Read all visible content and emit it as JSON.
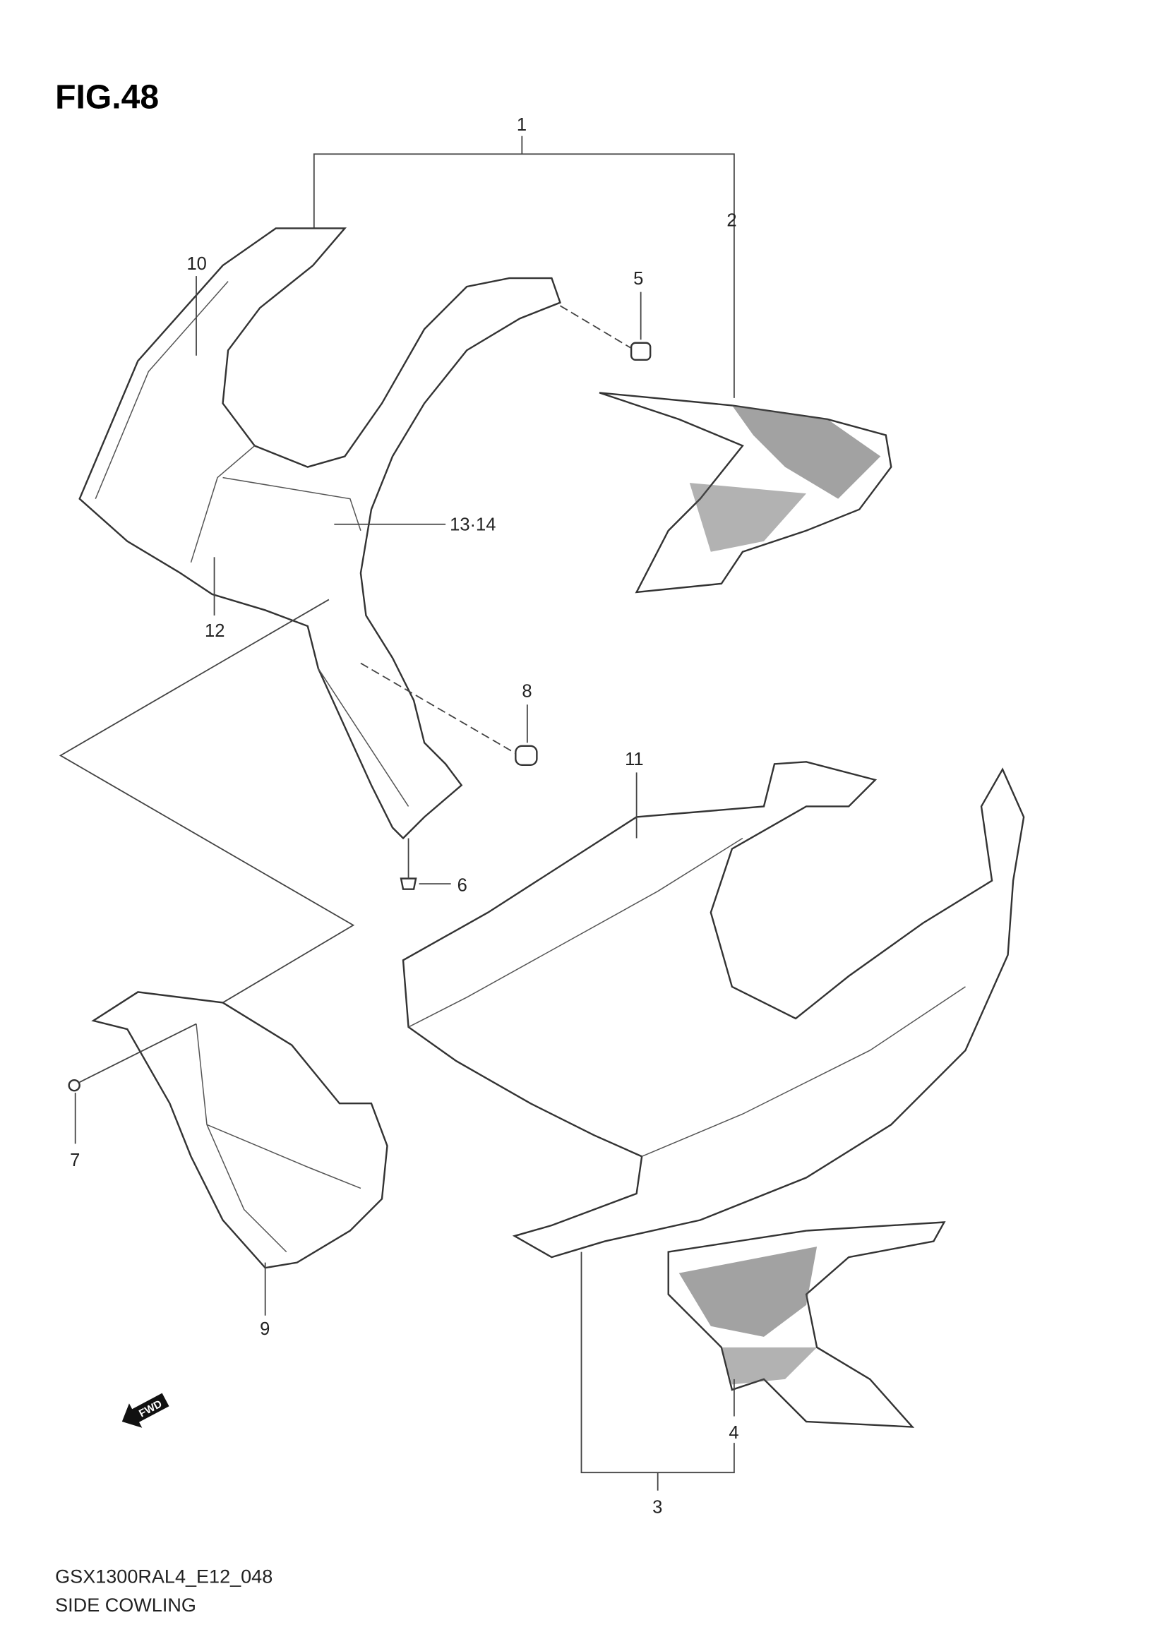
{
  "figure": {
    "title": "FIG.48",
    "model_code": "GSX1300RAL4_E12_048",
    "caption": "SIDE COWLING"
  },
  "callouts": [
    "1",
    "2",
    "3",
    "4",
    "5",
    "6",
    "7",
    "8",
    "9",
    "10",
    "11",
    "12",
    "13·14"
  ],
  "direction_badge": {
    "text": "FWD",
    "icon": "forward-arrow-icon"
  }
}
